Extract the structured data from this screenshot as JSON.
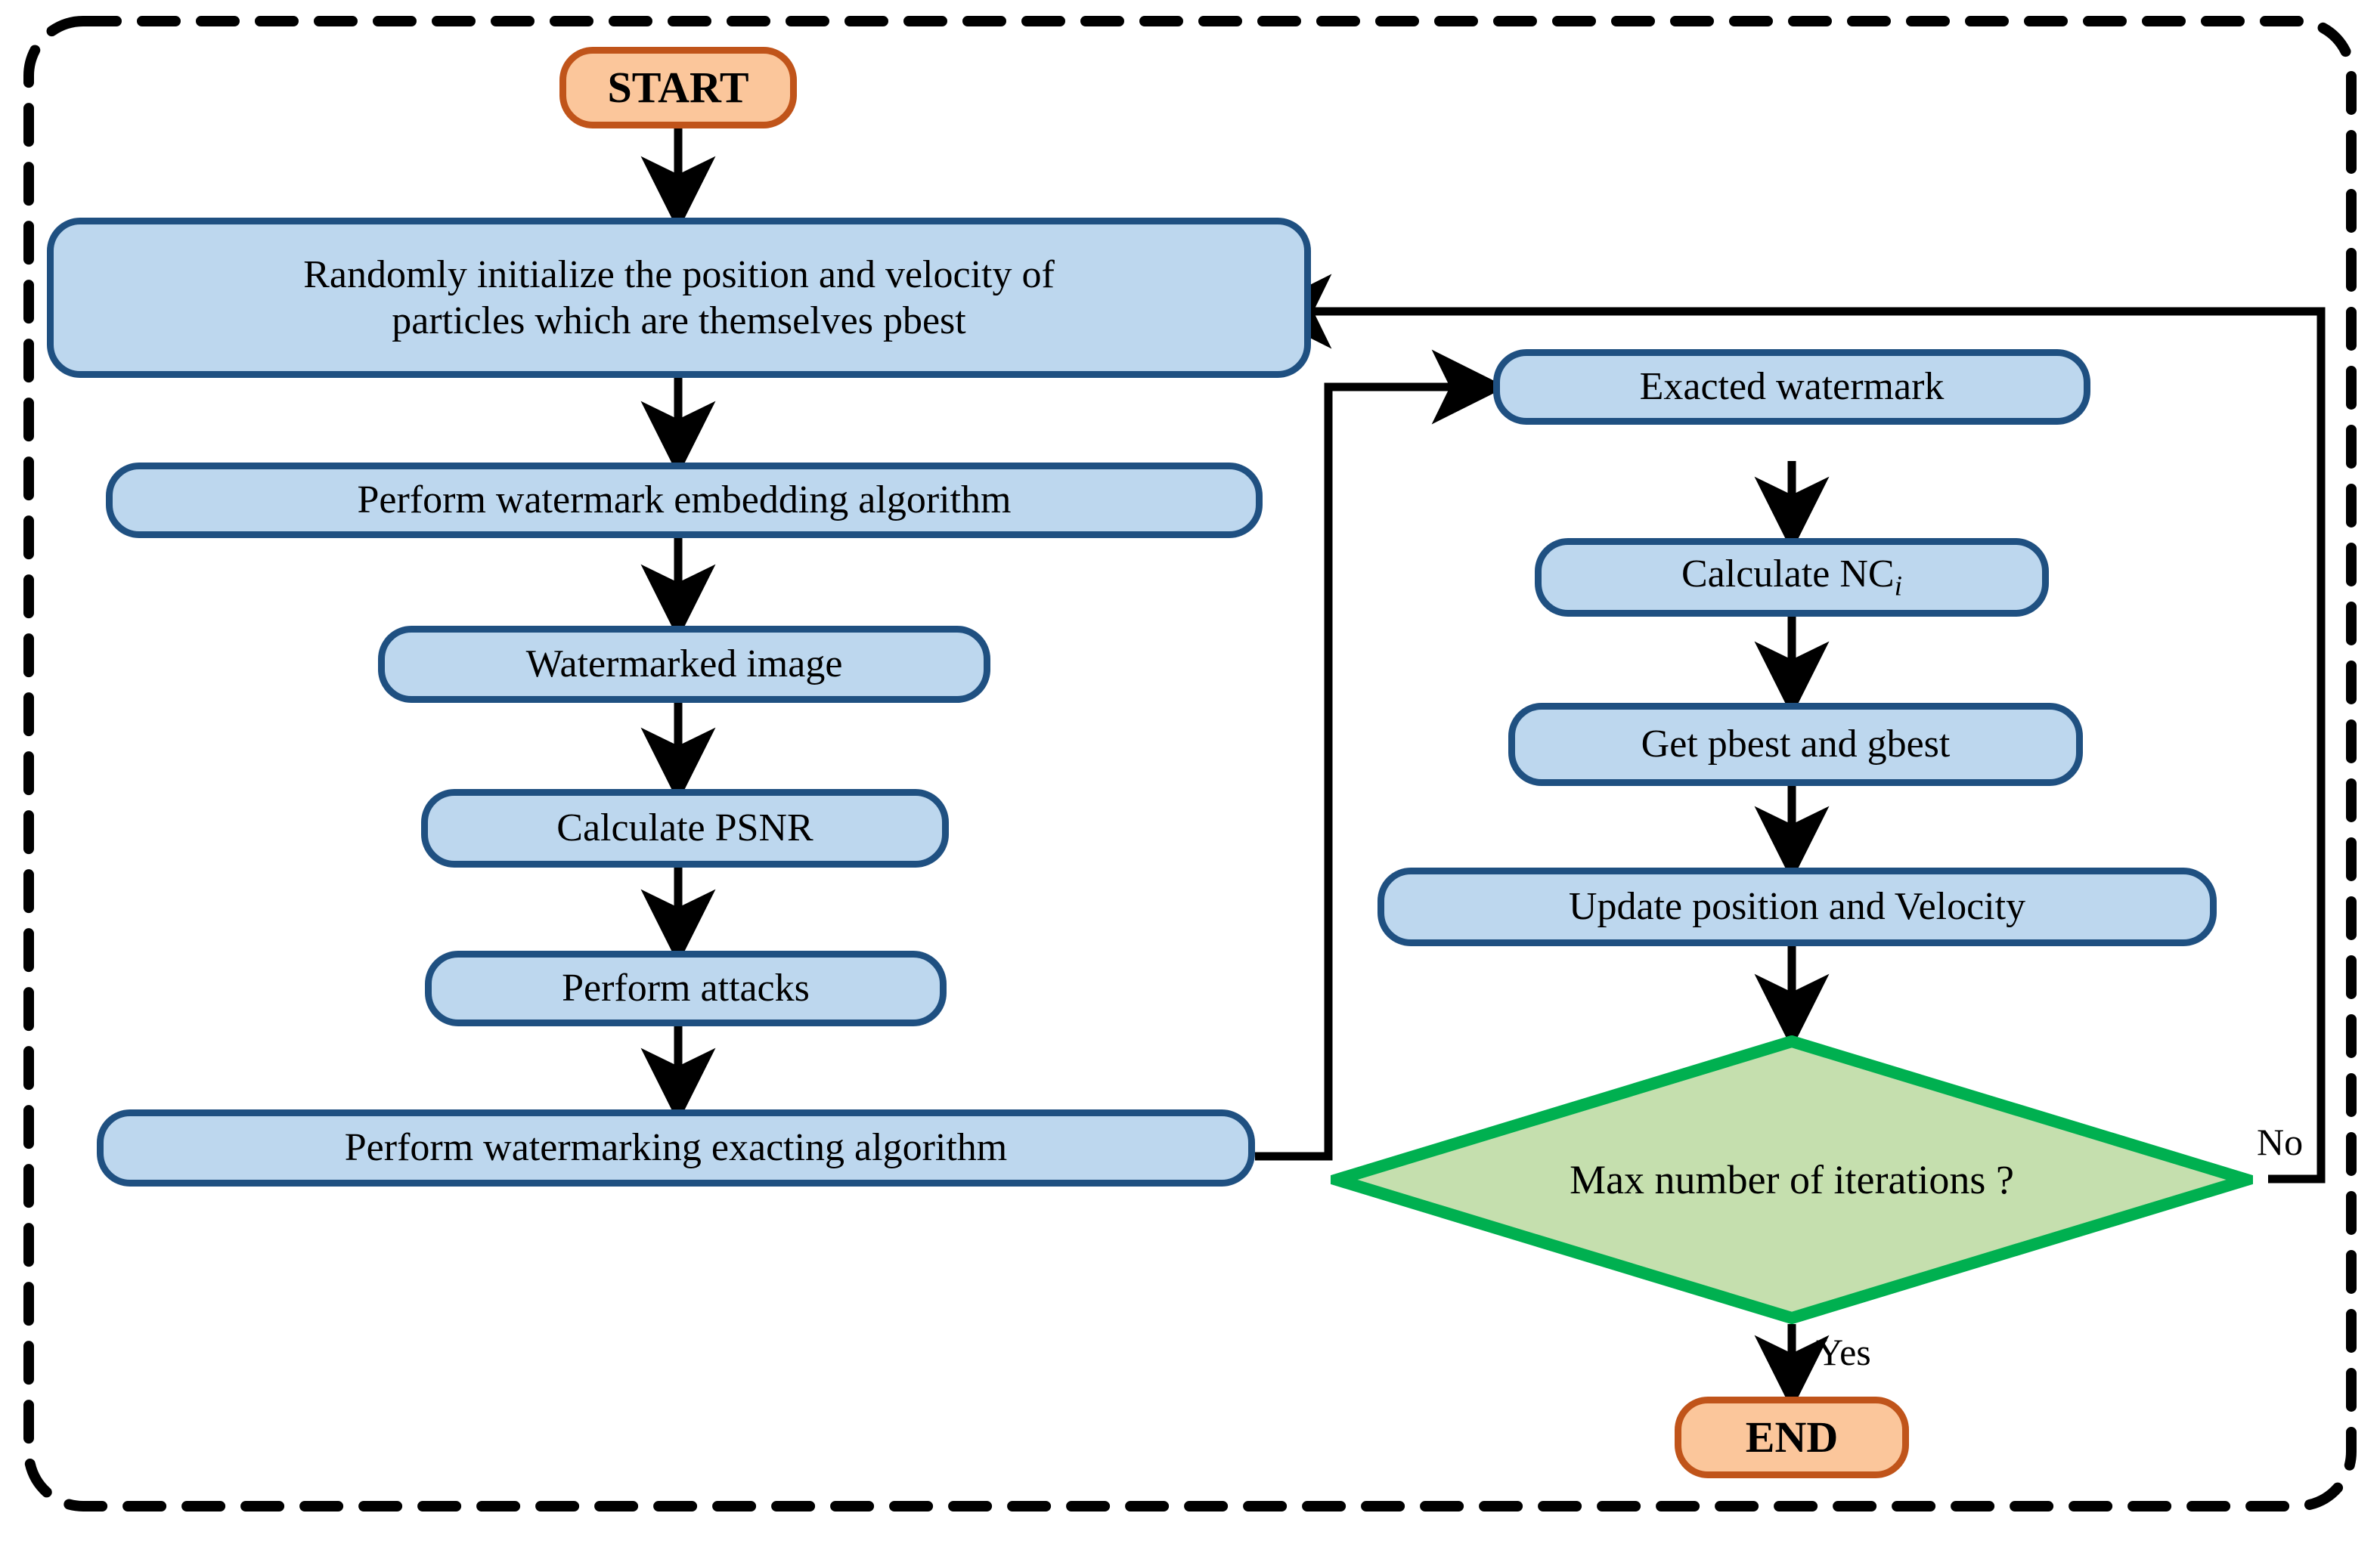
{
  "diagram": {
    "title": "PSO-based watermarking optimization flowchart",
    "colors": {
      "terminal_fill": "#fbc69b",
      "terminal_stroke": "#c0541a",
      "process_fill": "#bdd7ee",
      "process_stroke": "#1f5081",
      "decision_fill": "#c5dfae",
      "decision_stroke": "#00b050",
      "arrow": "#000000",
      "frame": "#000000",
      "background": "#ffffff"
    },
    "nodes": {
      "start": {
        "label": "START",
        "type": "terminal"
      },
      "init": {
        "label": "Randomly initialize the position and velocity of particles which are themselves pbest",
        "line1": "Randomly initialize the position and velocity of",
        "line2": "particles which are themselves pbest",
        "type": "process"
      },
      "embed": {
        "label": "Perform watermark embedding algorithm",
        "type": "process"
      },
      "watermarked": {
        "label": "Watermarked image",
        "type": "process"
      },
      "psnr": {
        "label": "Calculate PSNR",
        "type": "process"
      },
      "attacks": {
        "label": "Perform attacks",
        "type": "process"
      },
      "extract_alg": {
        "label": "Perform watermarking exacting algorithm",
        "type": "process"
      },
      "exacted": {
        "label": "Exacted watermark",
        "type": "process"
      },
      "nc": {
        "label": "Calculate NC",
        "subscript": "i",
        "type": "process"
      },
      "pgbest": {
        "label": "Get pbest and gbest",
        "type": "process"
      },
      "update": {
        "label": "Update position and Velocity",
        "type": "process"
      },
      "decision": {
        "label": "Max number of iterations ?",
        "type": "decision"
      },
      "end": {
        "label": "END",
        "type": "terminal"
      }
    },
    "edge_labels": {
      "no": "No",
      "yes": "Yes"
    },
    "flow": [
      "START -> Randomly initialize the position and velocity of particles which are themselves pbest",
      "Randomly initialize ... -> Perform watermark embedding algorithm",
      "Perform watermark embedding algorithm -> Watermarked image",
      "Watermarked image -> Calculate PSNR",
      "Calculate PSNR -> Perform attacks",
      "Perform attacks -> Perform watermarking exacting algorithm",
      "Perform watermarking exacting algorithm -> Exacted watermark",
      "Exacted watermark -> Calculate NC_i",
      "Calculate NC_i -> Get pbest and gbest",
      "Get pbest and gbest -> Update position and Velocity",
      "Update position and Velocity -> Max number of iterations ?",
      "Max number of iterations ? -- No --> Randomly initialize ...",
      "Max number of iterations ? -- Yes --> END"
    ]
  }
}
